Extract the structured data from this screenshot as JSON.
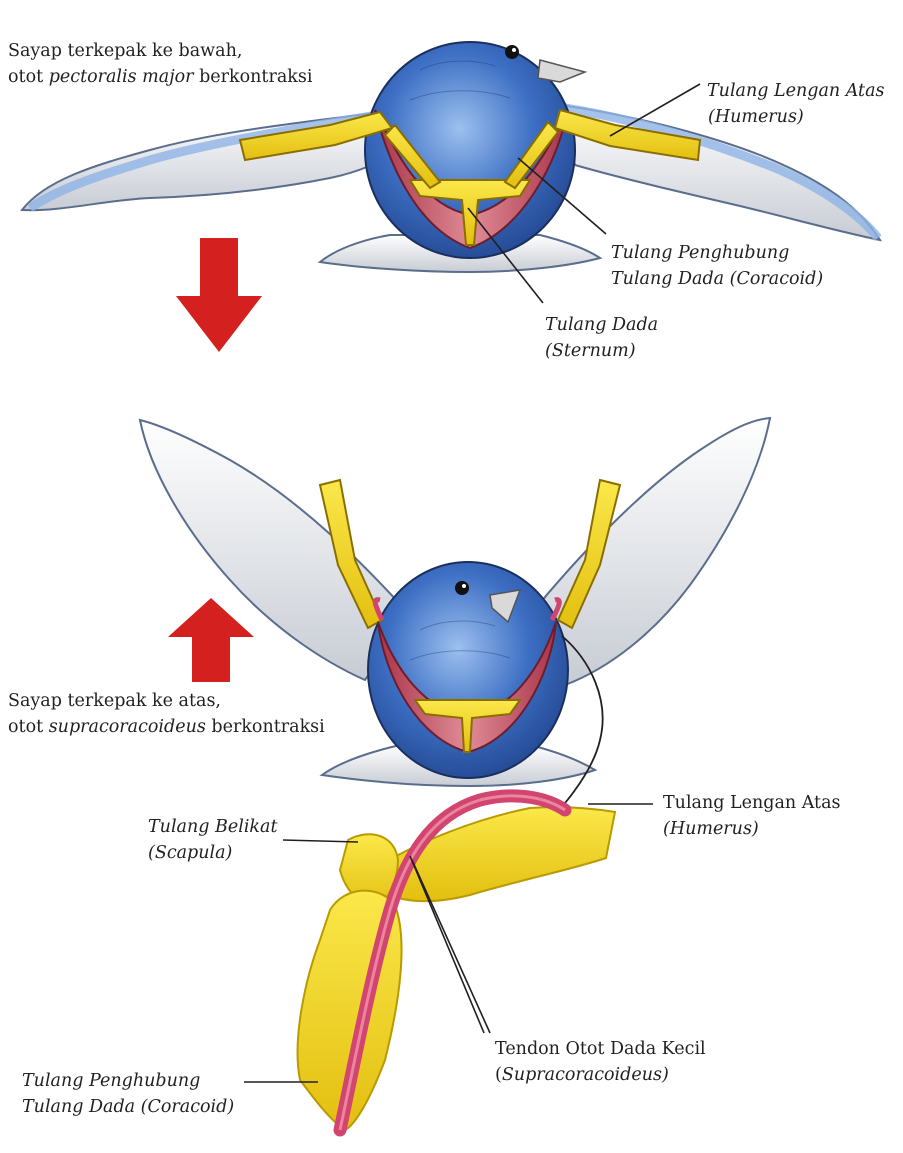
{
  "colors": {
    "bird_blue": "#2f5fb3",
    "bird_blue_light": "#8fb4e6",
    "bone_yellow": "#f2d61a",
    "muscle_red": "#c9485b",
    "tendon_pink": "#d2456e",
    "arrow_red": "#d4201f",
    "feather_gray": "#c9ced6",
    "line": "#231f20"
  },
  "top_bird": {
    "caption_line1": "Sayap terkepak ke bawah,",
    "caption_line2_prefix": "otot ",
    "caption_line2_italic": "pectoralis major",
    "caption_line2_suffix": " berkontraksi",
    "humerus_line1": "Tulang Lengan Atas",
    "humerus_line2": "(Humerus)",
    "coracoid_line1": "Tulang Penghubung",
    "coracoid_line2": "Tulang Dada (Coracoid)",
    "sternum_line1": "Tulang Dada",
    "sternum_line2": "(Sternum)"
  },
  "down_arrow_icon": "arrow-down-icon",
  "up_arrow_icon": "arrow-up-icon",
  "middle_bird": {
    "caption_line1": "Sayap terkepak ke atas,",
    "caption_line2_prefix": "otot ",
    "caption_line2_italic": "supracoracoideus",
    "caption_line2_suffix": " berkontraksi"
  },
  "detail": {
    "scapula_line1": "Tulang Belikat",
    "scapula_line2": "(Scapula)",
    "humerus_line1": "Tulang Lengan Atas",
    "humerus_line2": "(Humerus)",
    "tendon_line1": "Tendon Otot Dada Kecil",
    "tendon_line2_open": "(",
    "tendon_line2_italic": "Supracoracoideus)",
    "coracoid_line1": "Tulang Penghubung",
    "coracoid_line2": "Tulang Dada (Coracoid)"
  }
}
